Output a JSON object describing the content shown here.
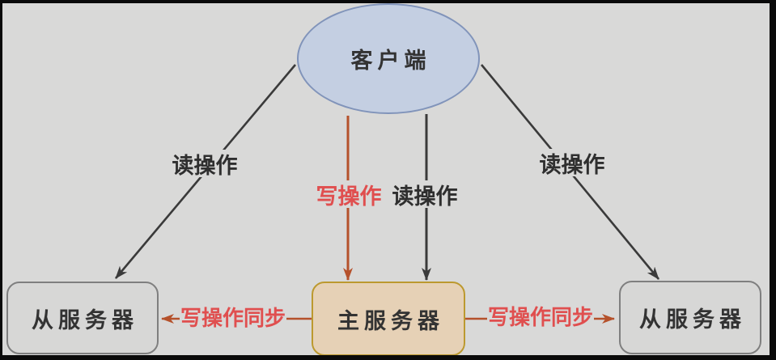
{
  "diagram": {
    "type": "master-slave-replication",
    "background": "#d9d9d8",
    "frame_color": "#0a0a0a",
    "nodes": {
      "client": {
        "label": "客户端",
        "shape": "ellipse",
        "fill": "#c4cfe2",
        "border": "#8194ba"
      },
      "slave_left": {
        "label": "从服务器",
        "shape": "rounded-rect",
        "fill": "#d7d7d6",
        "border": "#7f7f7f"
      },
      "master": {
        "label": "主服务器",
        "shape": "rounded-rect",
        "fill": "#e6d1b6",
        "border": "#bc992f"
      },
      "slave_right": {
        "label": "从服务器",
        "shape": "rounded-rect",
        "fill": "#d7d7d6",
        "border": "#7f7f7f"
      }
    },
    "edges": [
      {
        "from": "client",
        "to": "slave_left",
        "label": "读操作",
        "arrow_color": "#3a3a3a",
        "label_color": "#2f2f2f"
      },
      {
        "from": "client",
        "to": "master",
        "label": "写操作",
        "arrow_color": "#b5512b",
        "label_color": "#e04f4f"
      },
      {
        "from": "client",
        "to": "master",
        "label": "读操作",
        "arrow_color": "#3a3a3a",
        "label_color": "#2f2f2f"
      },
      {
        "from": "client",
        "to": "slave_right",
        "label": "读操作",
        "arrow_color": "#3a3a3a",
        "label_color": "#2f2f2f"
      },
      {
        "from": "master",
        "to": "slave_left",
        "label": "写操作同步",
        "arrow_color": "#b5512b",
        "label_color": "#e04f4f"
      },
      {
        "from": "master",
        "to": "slave_right",
        "label": "写操作同步",
        "arrow_color": "#b5512b",
        "label_color": "#e04f4f"
      }
    ]
  }
}
